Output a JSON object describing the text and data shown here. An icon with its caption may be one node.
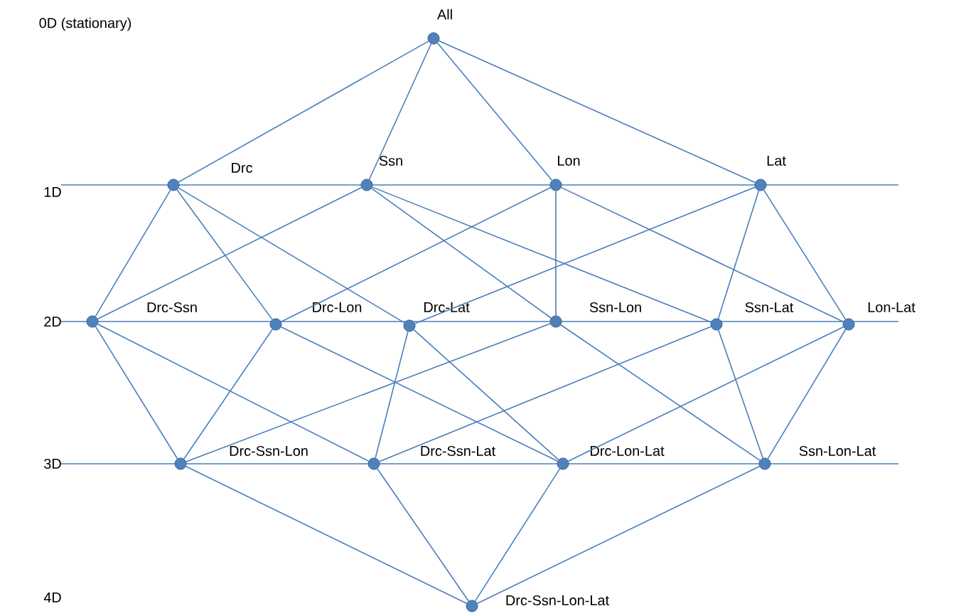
{
  "diagram": {
    "nodes": [
      {
        "text": [],
        "shape": "circle",
        "beside": [
          "All"
        ]
      },
      {
        "text": [],
        "shape": "circle",
        "beside": [
          "Drc"
        ]
      },
      {
        "text": [],
        "shape": "circle",
        "beside": [
          "Ssn"
        ]
      },
      {
        "text": [],
        "shape": "circle",
        "beside": [
          "Lon"
        ]
      },
      {
        "text": [],
        "shape": "circle",
        "beside": [
          "Lat"
        ]
      },
      {
        "text": [],
        "shape": "circle",
        "beside": [
          "Drc-Ssn"
        ]
      },
      {
        "text": [],
        "shape": "circle",
        "beside": [
          "Drc-Lon"
        ]
      },
      {
        "text": [],
        "shape": "circle",
        "beside": [
          "Drc-Lat"
        ]
      },
      {
        "text": [],
        "shape": "circle",
        "beside": [
          "Ssn-Lon"
        ]
      },
      {
        "text": [],
        "shape": "circle",
        "beside": [
          "Ssn-Lat"
        ]
      },
      {
        "text": [],
        "shape": "circle",
        "beside": [
          "Lon-Lat"
        ]
      },
      {
        "text": [],
        "shape": "circle",
        "beside": [
          "Drc-Ssn-Lon"
        ]
      },
      {
        "text": [],
        "shape": "circle",
        "beside": [
          "Drc-Ssn-Lat"
        ]
      },
      {
        "text": [],
        "shape": "circle",
        "beside": [
          "Drc-Lon-Lat"
        ]
      },
      {
        "text": [],
        "shape": "circle",
        "beside": [
          "Ssn-Lon-Lat"
        ]
      },
      {
        "text": [],
        "shape": "circle",
        "beside": [
          "Drc-Ssn-Lon-Lat"
        ]
      }
    ],
    "edges": [
      {
        "from": 0,
        "to": 1,
        "arrow": "none"
      },
      {
        "from": 0,
        "to": 2,
        "arrow": "none"
      },
      {
        "from": 0,
        "to": 3,
        "arrow": "none"
      },
      {
        "from": 0,
        "to": 4,
        "arrow": "none"
      },
      {
        "from": 1,
        "to": 5,
        "arrow": "none"
      },
      {
        "from": 1,
        "to": 6,
        "arrow": "none"
      },
      {
        "from": 1,
        "to": 7,
        "arrow": "none"
      },
      {
        "from": 2,
        "to": 5,
        "arrow": "none"
      },
      {
        "from": 2,
        "to": 8,
        "arrow": "none"
      },
      {
        "from": 2,
        "to": 9,
        "arrow": "none"
      },
      {
        "from": 3,
        "to": 6,
        "arrow": "none"
      },
      {
        "from": 3,
        "to": 8,
        "arrow": "none"
      },
      {
        "from": 3,
        "to": 10,
        "arrow": "none"
      },
      {
        "from": 4,
        "to": 7,
        "arrow": "none"
      },
      {
        "from": 4,
        "to": 9,
        "arrow": "none"
      },
      {
        "from": 4,
        "to": 10,
        "arrow": "none"
      },
      {
        "from": 5,
        "to": 11,
        "arrow": "none"
      },
      {
        "from": 5,
        "to": 12,
        "arrow": "none"
      },
      {
        "from": 6,
        "to": 11,
        "arrow": "none"
      },
      {
        "from": 6,
        "to": 13,
        "arrow": "none"
      },
      {
        "from": 7,
        "to": 12,
        "arrow": "none"
      },
      {
        "from": 7,
        "to": 13,
        "arrow": "none"
      },
      {
        "from": 8,
        "to": 11,
        "arrow": "none"
      },
      {
        "from": 8,
        "to": 14,
        "arrow": "none"
      },
      {
        "from": 9,
        "to": 12,
        "arrow": "none"
      },
      {
        "from": 9,
        "to": 14,
        "arrow": "none"
      },
      {
        "from": 10,
        "to": 13,
        "arrow": "none"
      },
      {
        "from": 10,
        "to": 14,
        "arrow": "none"
      },
      {
        "from": 11,
        "to": 15,
        "arrow": "none"
      },
      {
        "from": 12,
        "to": 15,
        "arrow": "none"
      },
      {
        "from": 13,
        "to": 15,
        "arrow": "none"
      },
      {
        "from": 14,
        "to": 15,
        "arrow": "none"
      }
    ],
    "labels": [
      "0D (stationary)",
      "1D",
      "2D",
      "3D",
      "4D"
    ]
  }
}
